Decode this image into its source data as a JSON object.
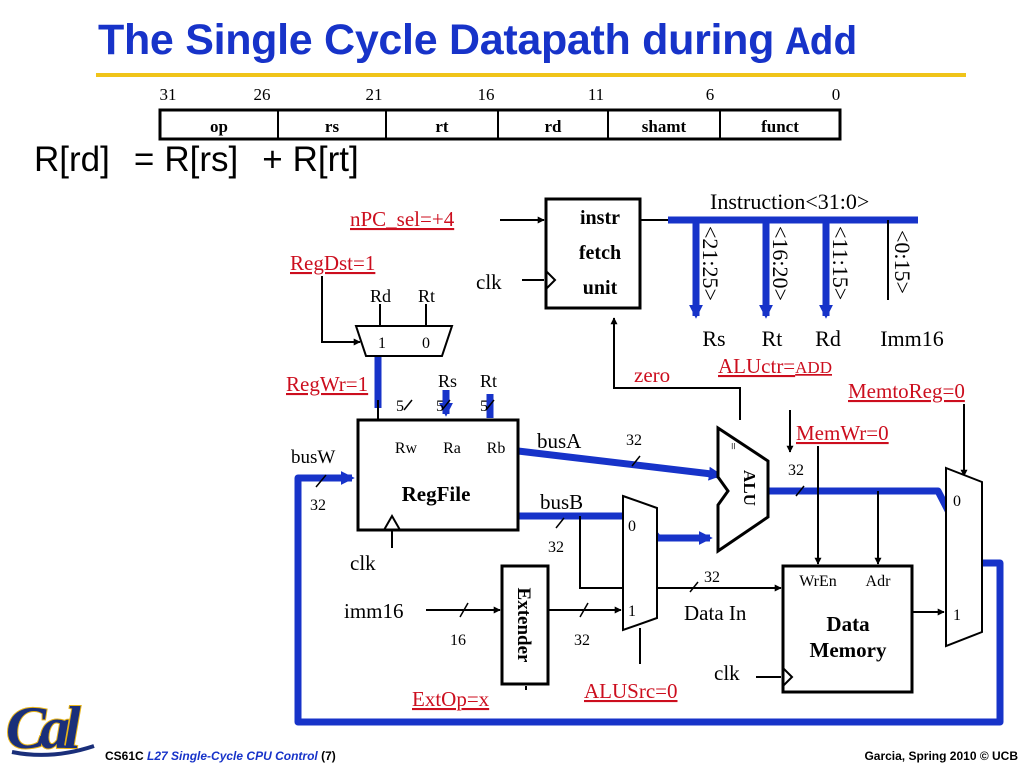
{
  "slide": {
    "title": "The Single Cycle Datapath during",
    "title_mono": "Add",
    "equation": {
      "lhs": "R[rd]",
      "eq": "=",
      "op1": "R[rs]",
      "plus": "+",
      "op2": "R[rt]"
    }
  },
  "instruction_format": {
    "bit_positions": [
      "31",
      "26",
      "21",
      "16",
      "11",
      "6",
      "0"
    ],
    "fields": [
      "op",
      "rs",
      "rt",
      "rd",
      "shamt",
      "funct"
    ]
  },
  "control_signals": {
    "npc_sel": "nPC_sel=+4",
    "regdst": "RegDst=1",
    "regwr": "RegWr=1",
    "aluctr": "ALUctr=",
    "aluctr_val": "ADD",
    "memtoreg": "MemtoReg=0",
    "memwr": "MemWr=0",
    "extop": "ExtOp=x",
    "alusrc": "ALUSrc=0"
  },
  "datapath": {
    "instr_unit": [
      "instr",
      "fetch",
      "unit"
    ],
    "clk": "clk",
    "instruction_bus": "Instruction<31:0>",
    "slices": [
      "<21:25>",
      "<16:20>",
      "<11:15>",
      "<0:15>"
    ],
    "slice_labels": [
      "Rs",
      "Rt",
      "Rd",
      "Imm16"
    ],
    "regdst_mux": {
      "in_rd": "Rd",
      "in_rt": "Rt",
      "sel1": "1",
      "sel0": "0"
    },
    "regfile": {
      "name": "RegFile",
      "rw": "Rw",
      "ra": "Ra",
      "rb": "Rb",
      "rs": "Rs",
      "rt": "Rt",
      "width5": "5"
    },
    "busA": "busA",
    "busB": "busB",
    "busW": "busW",
    "width32": "32",
    "width16": "16",
    "imm16": "imm16",
    "extender": "Extender",
    "alu": "ALU",
    "alu_eq": "=",
    "zero": "zero",
    "mux_sel0": "0",
    "mux_sel1": "1",
    "data_in": "Data In",
    "memory": {
      "wren": "WrEn",
      "adr": "Adr",
      "line1": "Data",
      "line2": "Memory"
    }
  },
  "footer": {
    "course": "CS61C",
    "lecture": "L27 Single-Cycle CPU Control",
    "page": "(7)",
    "credit": "Garcia, Spring 2010 © UCB"
  },
  "logo": "Cal"
}
